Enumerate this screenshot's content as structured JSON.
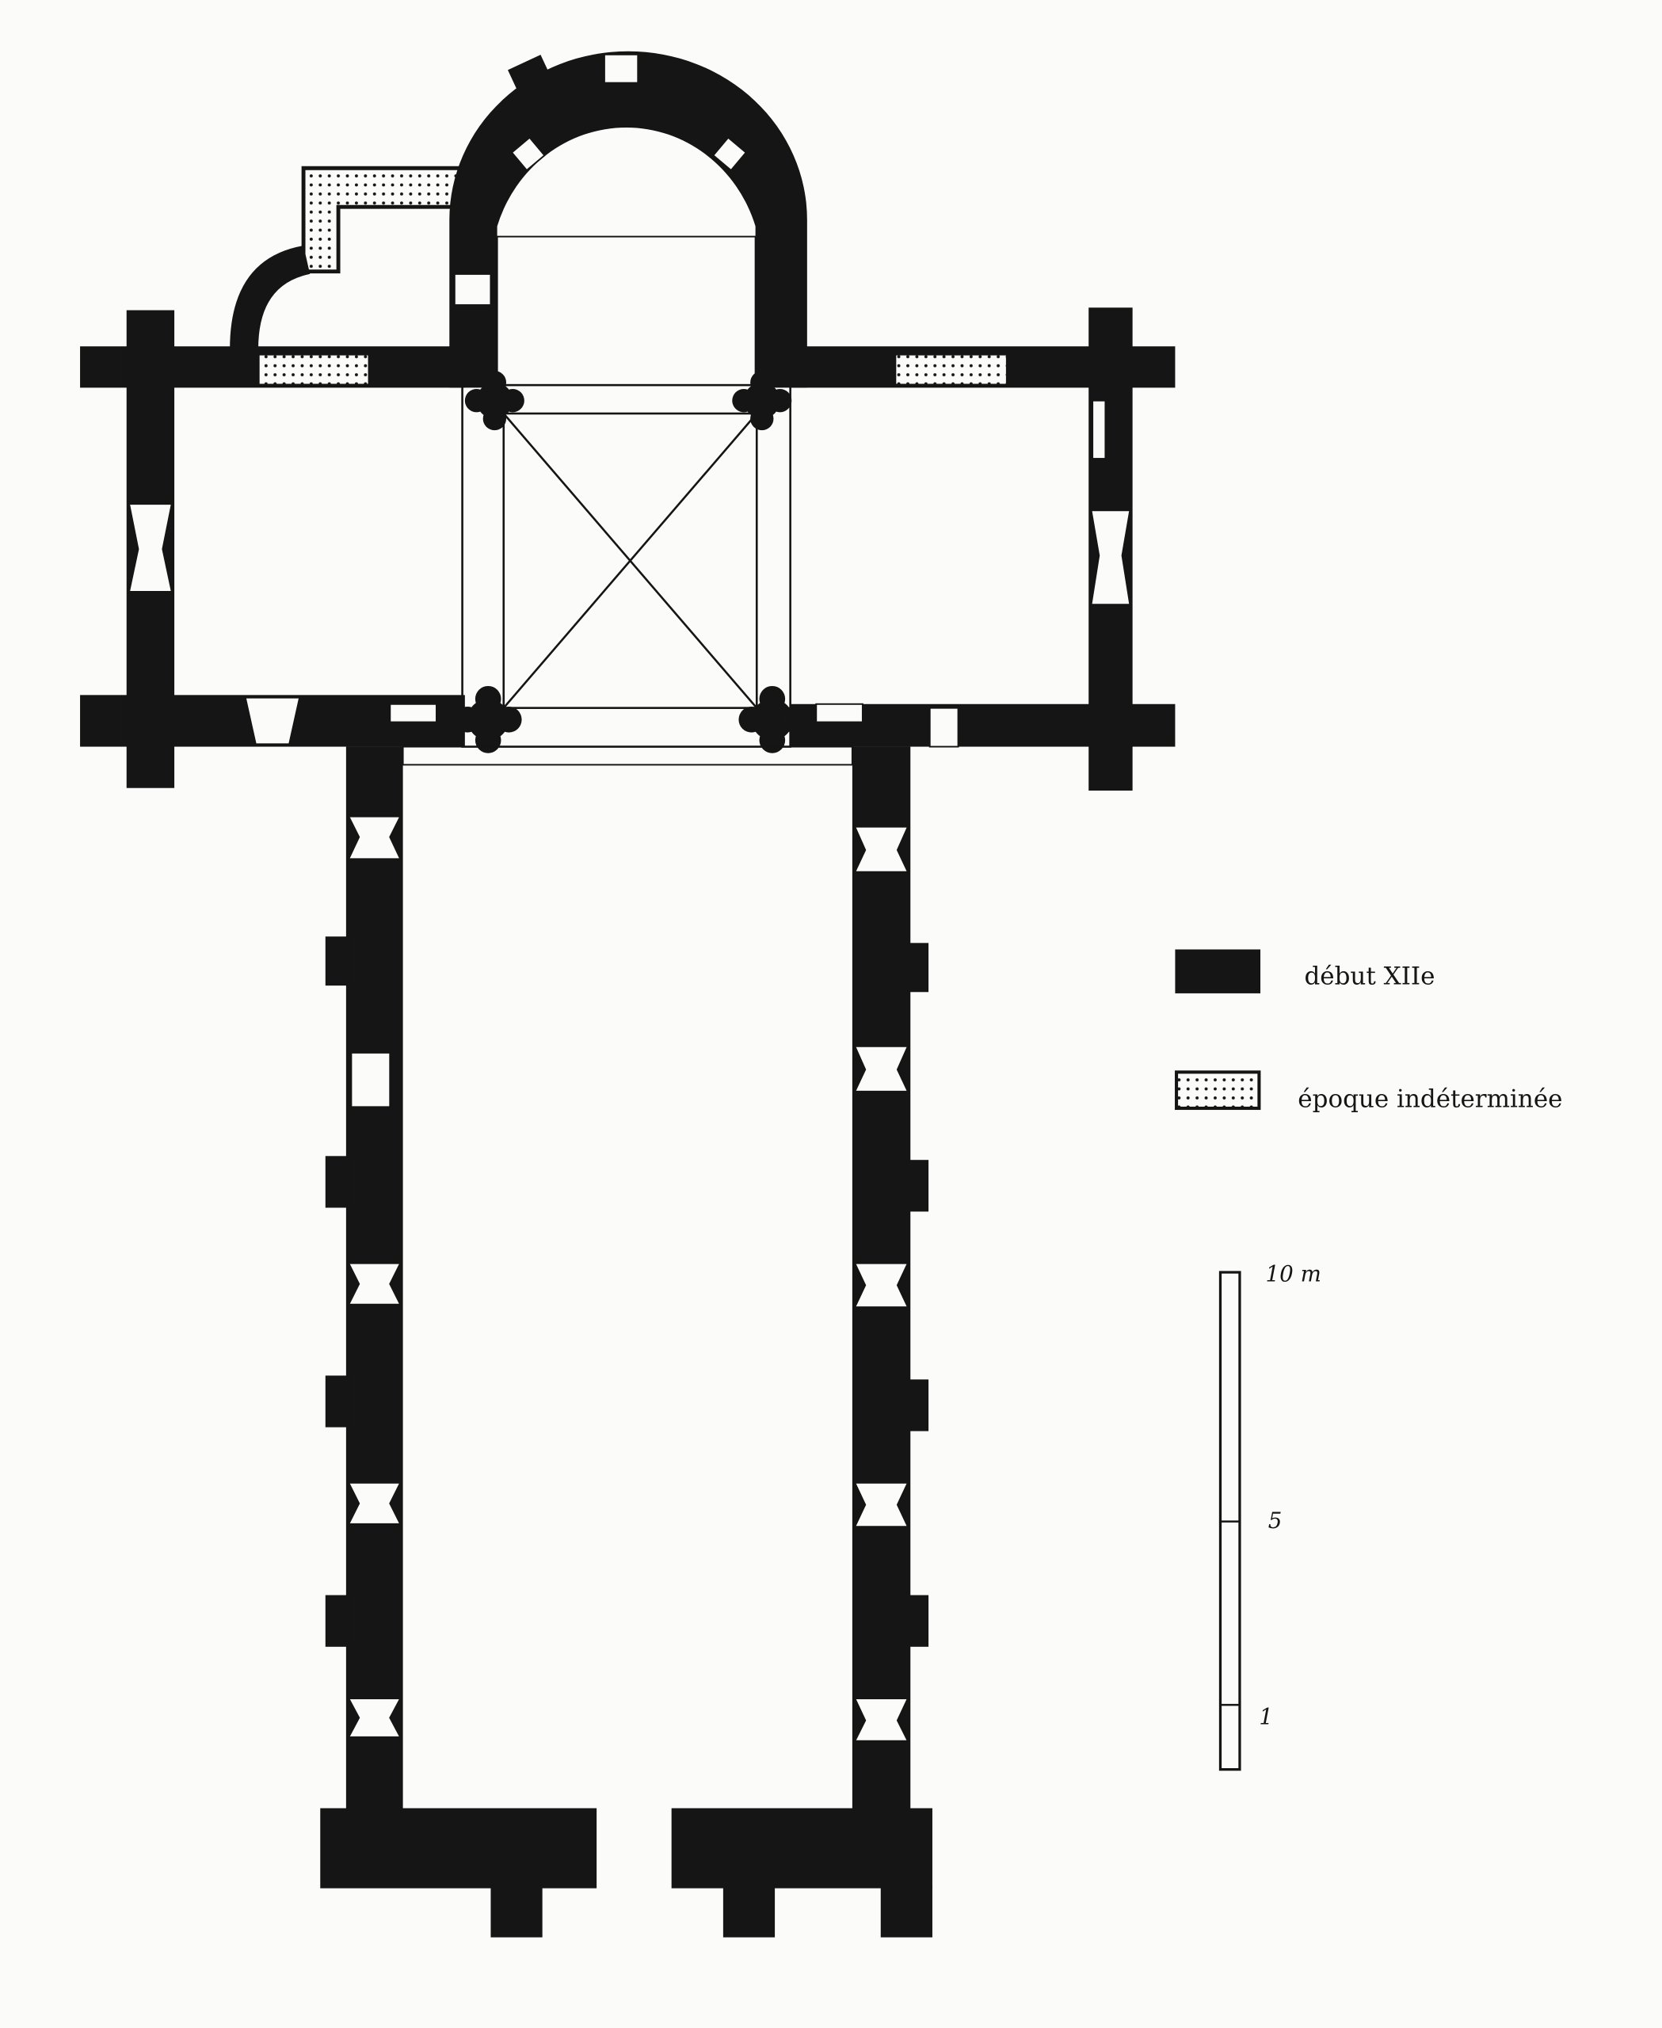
{
  "legend": {
    "items": [
      {
        "label": "début XIIe",
        "pattern": "solid-black"
      },
      {
        "label": "époque indéterminée",
        "pattern": "dotted"
      }
    ]
  },
  "scale": {
    "top_label": "10 m",
    "mid_label": "5",
    "low_label": "1"
  },
  "colors": {
    "ink": "#151515",
    "paper": "#fbfbf9"
  }
}
